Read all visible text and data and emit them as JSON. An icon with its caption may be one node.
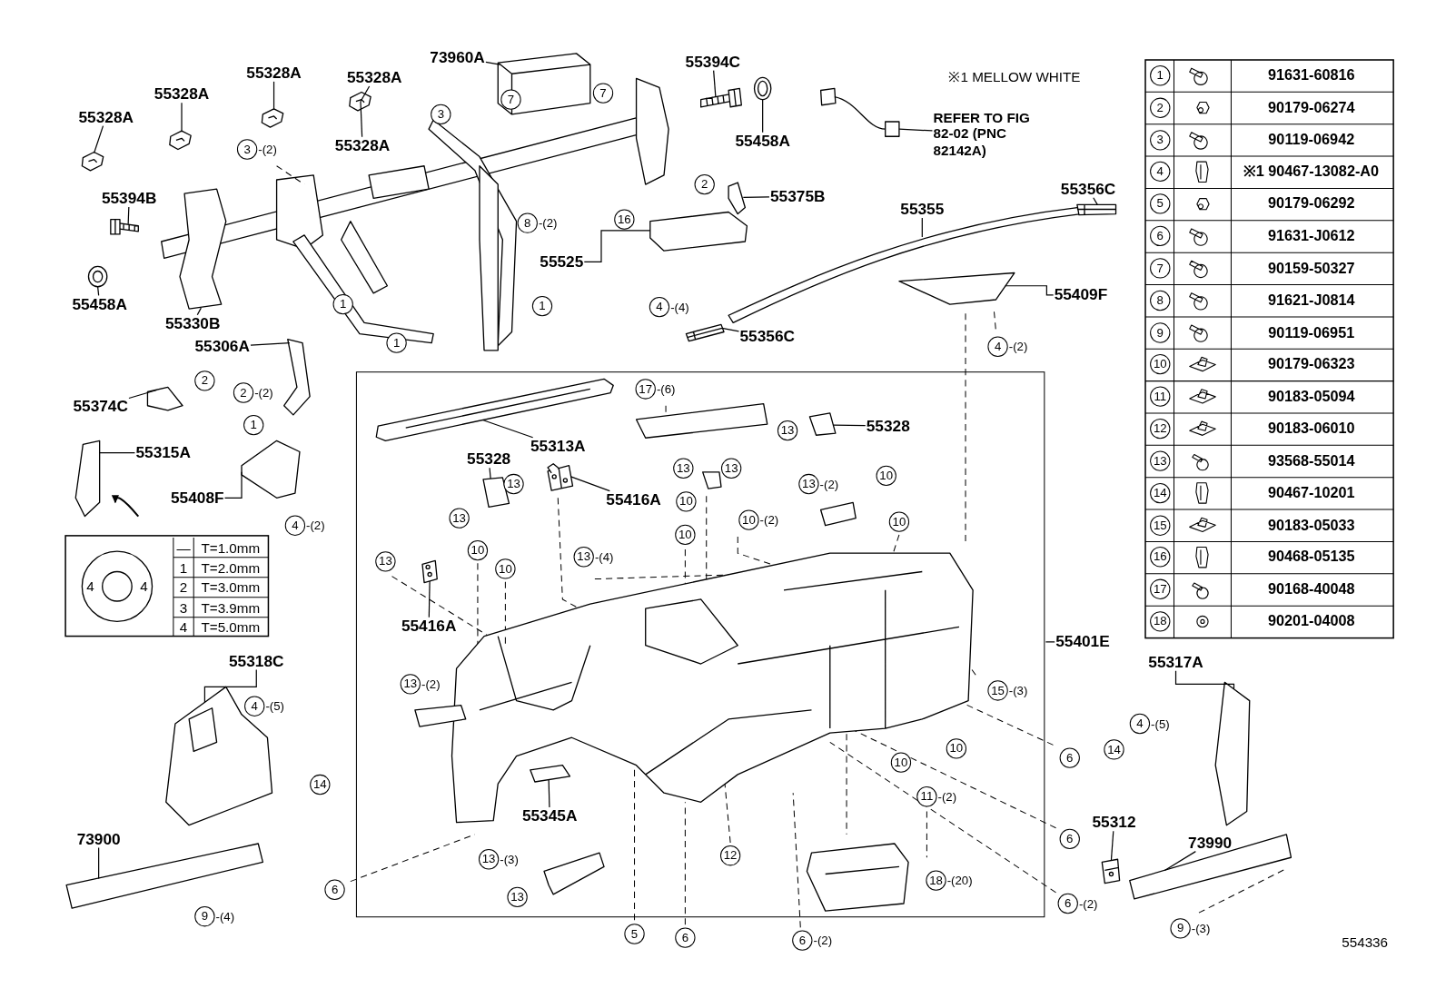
{
  "diagram": {
    "nodes": [
      {
        "text": [],
        "shape": "box"
      },
      {
        "text": [
          "55328A"
        ]
      },
      {
        "text": [
          "55328A"
        ]
      },
      {
        "text": [
          "55328A"
        ]
      },
      {
        "text": [
          "55328A"
        ]
      },
      {
        "text": [
          "55328A"
        ]
      },
      {
        "text": [
          "73960A"
        ]
      },
      {
        "text": [
          "55394C"
        ]
      },
      {
        "text": [
          "55458A"
        ]
      },
      {
        "text": [
          "55394B"
        ]
      },
      {
        "text": [
          "55458A"
        ]
      },
      {
        "text": [
          "55330B"
        ]
      },
      {
        "text": [
          "55375B"
        ]
      },
      {
        "text": [
          "55356C"
        ]
      },
      {
        "text": [
          "55355"
        ]
      },
      {
        "text": [
          "55525"
        ]
      },
      {
        "text": [
          "55409F"
        ]
      },
      {
        "text": [
          "55356C"
        ]
      },
      {
        "text": [
          "55306A"
        ]
      },
      {
        "text": [
          "55374C"
        ]
      },
      {
        "text": [
          "55315A"
        ]
      },
      {
        "text": [
          "55408F"
        ]
      },
      {
        "text": [
          "55313A"
        ],
        "in": 0
      },
      {
        "text": [
          "55328"
        ],
        "in": 0
      },
      {
        "text": [
          "55328"
        ],
        "in": 0
      },
      {
        "text": [
          "55416A"
        ],
        "in": 0
      },
      {
        "text": [
          "55416A"
        ],
        "in": 0
      },
      {
        "text": [
          "55401E"
        ]
      },
      {
        "text": [
          "55318C"
        ]
      },
      {
        "text": [
          "55317A"
        ]
      },
      {
        "text": [
          "55345A"
        ],
        "in": 0
      },
      {
        "text": [
          "55312"
        ]
      },
      {
        "text": [
          "73900"
        ]
      },
      {
        "text": [
          "73990"
        ]
      },
      {
        "text": [
          "REFER TO FIG 82-02 (PNC 82142A)"
        ]
      },
      {
        "text": [],
        "shape": "picture"
      },
      {
        "text": [],
        "shape": "picture"
      },
      {
        "text": [],
        "shape": "picture"
      },
      {
        "text": [],
        "shape": "picture"
      },
      {
        "text": [],
        "shape": "picture"
      },
      {
        "text": [],
        "shape": "picture"
      },
      {
        "text": [],
        "shape": "picture"
      },
      {
        "text": [],
        "shape": "picture"
      },
      {
        "text": [],
        "shape": "picture"
      },
      {
        "text": [],
        "shape": "picture"
      },
      {
        "text": [],
        "shape": "picture"
      },
      {
        "text": [],
        "shape": "picture"
      },
      {
        "text": [],
        "shape": "picture"
      },
      {
        "text": [],
        "shape": "picture"
      },
      {
        "text": [],
        "shape": "picture"
      },
      {
        "text": [],
        "shape": "picture"
      },
      {
        "text": [],
        "shape": "picture"
      },
      {
        "text": [],
        "shape": "picture"
      },
      {
        "text": [],
        "shape": "picture"
      },
      {
        "text": [],
        "shape": "picture"
      },
      {
        "text": [],
        "shape": "picture",
        "in": 0
      },
      {
        "text": [],
        "shape": "picture",
        "in": 0
      },
      {
        "text": [],
        "shape": "picture",
        "in": 0
      },
      {
        "text": [],
        "shape": "picture",
        "in": 0
      },
      {
        "text": [],
        "shape": "picture",
        "in": 0
      },
      {
        "text": [],
        "shape": "picture",
        "in": 0
      },
      {
        "text": [],
        "shape": "picture"
      },
      {
        "text": [],
        "shape": "picture"
      },
      {
        "text": [],
        "shape": "picture"
      },
      {
        "text": [],
        "shape": "picture"
      },
      {
        "text": [],
        "shape": "picture"
      },
      {
        "text": [],
        "shape": "picture"
      }
    ],
    "edges": [
      {
        "from": 1,
        "to": 35,
        "arrow": "none"
      },
      {
        "from": 2,
        "to": 36,
        "arrow": "none"
      },
      {
        "from": 3,
        "to": 37,
        "arrow": "none"
      },
      {
        "from": 4,
        "to": 38,
        "arrow": "none"
      },
      {
        "from": 5,
        "to": 38,
        "arrow": "none"
      },
      {
        "from": 6,
        "to": 39,
        "arrow": "none"
      },
      {
        "from": 7,
        "to": 40,
        "arrow": "none"
      },
      {
        "from": 8,
        "to": 41,
        "arrow": "none"
      },
      {
        "from": 9,
        "to": 42,
        "arrow": "none"
      },
      {
        "from": 10,
        "to": 43,
        "arrow": "none"
      },
      {
        "from": 11,
        "to": 44,
        "arrow": "none"
      },
      {
        "from": 12,
        "to": 45,
        "arrow": "none"
      },
      {
        "from": 13,
        "to": 47,
        "arrow": "none"
      },
      {
        "from": 14,
        "to": 46,
        "arrow": "none"
      },
      {
        "from": 15,
        "to": 49,
        "arrow": "none"
      },
      {
        "from": 16,
        "to": 50,
        "arrow": "none"
      },
      {
        "from": 17,
        "to": 48,
        "arrow": "none"
      },
      {
        "from": 18,
        "to": 51,
        "arrow": "none"
      },
      {
        "from": 19,
        "to": 52,
        "arrow": "none"
      },
      {
        "from": 20,
        "to": 53,
        "arrow": "none"
      },
      {
        "from": 21,
        "to": 54,
        "arrow": "none"
      },
      {
        "from": 22,
        "to": 55,
        "arrow": "none"
      },
      {
        "from": 23,
        "to": 56,
        "arrow": "none"
      },
      {
        "from": 24,
        "to": 57,
        "arrow": "none"
      },
      {
        "from": 25,
        "to": 58,
        "arrow": "none"
      },
      {
        "from": 26,
        "to": 59,
        "arrow": "none"
      },
      {
        "from": 27,
        "to": 0,
        "arrow": "none"
      },
      {
        "from": 28,
        "to": 61,
        "arrow": "none"
      },
      {
        "from": 29,
        "to": 62,
        "arrow": "none"
      },
      {
        "from": 30,
        "to": 60,
        "arrow": "none"
      },
      {
        "from": 31,
        "to": 63,
        "arrow": "none"
      },
      {
        "from": 32,
        "to": 64,
        "arrow": "none"
      },
      {
        "from": 33,
        "to": 65,
        "arrow": "none"
      },
      {
        "from": 34,
        "to": 66,
        "arrow": "none"
      }
    ],
    "labels": [
      "※1 MELLOW WHITE",
      "3",
      "-(2)",
      "3",
      "7",
      "7",
      "8",
      "-(2)",
      "2",
      "16",
      "4",
      "-(4)",
      "1",
      "1",
      "1",
      "2",
      "2",
      "-(2)",
      "1",
      "4",
      "-(2)",
      "4",
      "-(2)",
      "17",
      "-(6)",
      "13",
      "13",
      "13",
      "13",
      "13",
      "10",
      "10",
      "13",
      "-(2)",
      "10",
      "10",
      "-(2)",
      "10",
      "13",
      "10",
      "10",
      "13",
      "-(4)",
      "13",
      "-(2)",
      "15",
      "-(3)",
      "10",
      "10",
      "11",
      "-(2)",
      "12",
      "13",
      "-(3)",
      "13",
      "18",
      "-(20)",
      "5",
      "6",
      "6",
      "-(2)",
      "6",
      "6",
      "6",
      "-(2)",
      "6",
      "9",
      "-(4)",
      "9",
      "-(3)",
      "4",
      "-(5)",
      "14",
      "4",
      "-(5)",
      "14",
      "1",
      "91631-60816",
      "2",
      "90179-06274",
      "3",
      "90119-06942",
      "4",
      "※1 90467-13082-A0",
      "5",
      "90179-06292",
      "6",
      "91631-J0612",
      "7",
      "90159-50327",
      "8",
      "91621-J0814",
      "9",
      "90119-06951",
      "10",
      "90179-06323",
      "11",
      "90183-05094",
      "12",
      "90183-06010",
      "13",
      "93568-55014",
      "14",
      "90467-10201",
      "15",
      "90183-05033",
      "16",
      "90468-05135",
      "17",
      "90168-40048",
      "18",
      "90201-04008",
      "—",
      "T=1.0mm",
      "1",
      "T=2.0mm",
      "2",
      "T=3.0mm",
      "3",
      "T=3.9mm",
      "4",
      "T=5.0mm",
      "4",
      "4",
      "554336"
    ]
  }
}
